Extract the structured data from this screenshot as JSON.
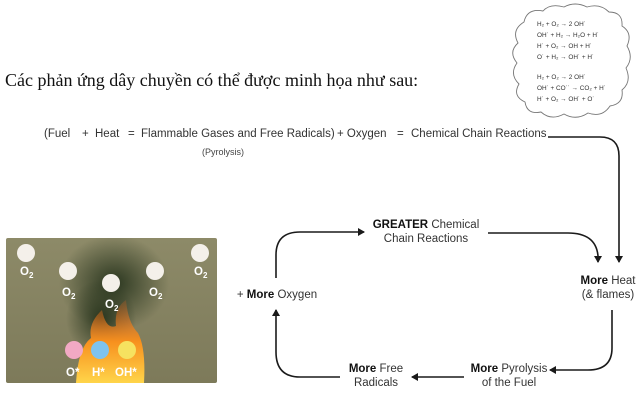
{
  "intro_text": "Các phản ứng dây chuyền có thể được minh họa như sau:",
  "equation": {
    "open": "(Fuel",
    "plus1": "+",
    "heat": "Heat",
    "eq1": "=",
    "gases": "Flammable Gases and Free Radicals)",
    "pyrolysis": "(Pyrolysis)",
    "plus2": "+ Oxygen",
    "eq2": "=",
    "result": "Chemical Chain Reactions"
  },
  "cycle": {
    "greater_bold": "GREATER",
    "greater_rest1": "Chemical",
    "greater_rest2": "Chain Reactions",
    "heat_bold": "More",
    "heat_rest1": "Heat",
    "heat_rest2": "(& flames)",
    "oxygen_prefix": "+",
    "oxygen_bold": "More",
    "oxygen_rest": "Oxygen",
    "pyro_bold": "More",
    "pyro_rest1": "Pyrolysis",
    "pyro_rest2": "of the Fuel",
    "radicals_bold": "More",
    "radicals_rest1": "Free",
    "radicals_rest2": "Radicals"
  },
  "cloud_reactions": [
    "H₂ + O₂ → 2 OH˙",
    "OH˙ + H₂ → H₂O + H˙",
    "H˙ + O₂ → OH + H˙",
    "O˙ + H₂ → OH˙ + H˙",
    "H₂ + O₂ → 2 OH˙",
    "OH˙ + CO˙˙ → CO₂ + H˙",
    "H˙ + O₂ → OH˙ + O˙"
  ],
  "photo_labels": {
    "o2": "O",
    "o2_sub": "2",
    "o_rad": "O*",
    "h_rad": "H*",
    "oh_rad": "OH*"
  },
  "colors": {
    "photo_bg": "#8a8866",
    "flame": "#f08a1e",
    "smoke": "#2e3b22",
    "ball_white": "#f4f0ea",
    "ball_pink": "#f2a9c4",
    "ball_blue": "#7ec3ee",
    "ball_yellow": "#f6e260",
    "arrow": "#1a1a1a"
  }
}
